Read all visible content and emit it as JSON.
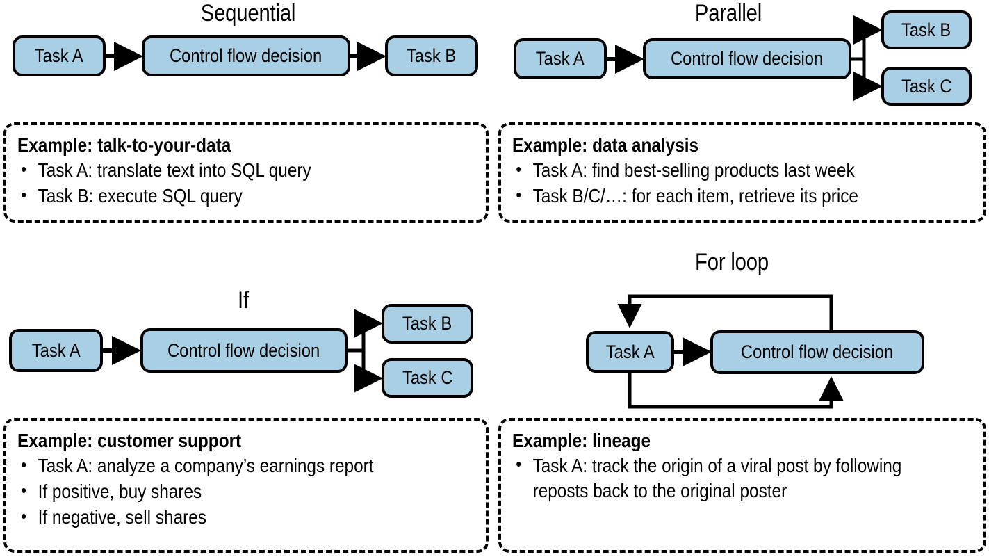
{
  "figure": {
    "caption_absent": true,
    "palette": {
      "node_fill": "#a9cfe4",
      "node_stroke": "#000000",
      "text": "#000000",
      "background": "#ffffff"
    }
  },
  "panels": [
    {
      "id": "sequential",
      "title": "Sequential",
      "nodes": [
        {
          "id": "task-a",
          "label": "Task A"
        },
        {
          "id": "control-flow",
          "label": "Control flow decision"
        },
        {
          "id": "task-b",
          "label": "Task B"
        }
      ],
      "example": {
        "title": "Example: talk-to-your-data",
        "bullets": [
          "Task A: translate text into SQL query",
          "Task B: execute SQL query"
        ]
      }
    },
    {
      "id": "parallel",
      "title": "Parallel",
      "nodes": [
        {
          "id": "task-a",
          "label": "Task A"
        },
        {
          "id": "control-flow",
          "label": "Control flow decision"
        },
        {
          "id": "task-b",
          "label": "Task B"
        },
        {
          "id": "task-c",
          "label": "Task C"
        }
      ],
      "example": {
        "title": "Example: data analysis",
        "bullets": [
          "Task A: find best-selling products last week",
          "Task B/C/…: for each item, retrieve its price"
        ]
      }
    },
    {
      "id": "if",
      "title": "If",
      "nodes": [
        {
          "id": "task-a",
          "label": "Task A"
        },
        {
          "id": "control-flow",
          "label": "Control flow decision"
        },
        {
          "id": "task-b",
          "label": "Task B"
        },
        {
          "id": "task-c",
          "label": "Task C"
        }
      ],
      "example": {
        "title": "Example: customer support",
        "bullets": [
          "Task A: analyze a company’s earnings report",
          "If positive, buy shares",
          "If negative, sell shares"
        ]
      }
    },
    {
      "id": "for-loop",
      "title": "For loop",
      "nodes": [
        {
          "id": "task-a",
          "label": "Task A"
        },
        {
          "id": "control-flow",
          "label": "Control flow decision"
        }
      ],
      "example": {
        "title": "Example: lineage",
        "bullets": [
          "Task A: track the origin of a viral post by following reposts back to the original poster"
        ]
      }
    }
  ]
}
